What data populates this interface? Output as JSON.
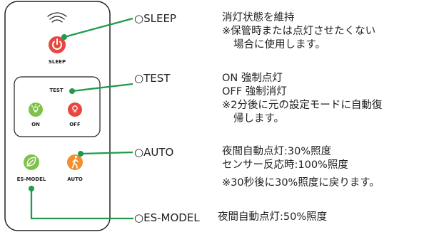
{
  "remote": {
    "icon_name": "wifi-signal-icon",
    "sleep_label": "SLEEP",
    "test_label": "TEST",
    "on_label": "ON",
    "off_label": "OFF",
    "es_model_label": "ES-MODEL",
    "auto_label": "AUTO",
    "colors": {
      "sleep": "#e8463f",
      "on": "#7ec247",
      "off": "#e8463f",
      "es_model": "#7ec247",
      "auto": "#f0902f",
      "connector": "#1f9a4d"
    }
  },
  "modes": [
    {
      "label": "○SLEEP",
      "lines": [
        "消灯状態を維持",
        "※保管時または点灯させたくない",
        "場合に使用します。"
      ]
    },
    {
      "label": "○TEST",
      "lines": [
        "ON 強制点灯",
        "OFF 強制消灯",
        "※2分後に元の設定モードに自動復",
        "帰します。"
      ]
    },
    {
      "label": "○AUTO",
      "lines": [
        "夜間自動点灯:30%照度",
        "センサー反応時:100%照度",
        "※30秒後に30%照度に戻ります。"
      ]
    },
    {
      "label": "○ES-MODEL",
      "lines": [
        "夜間自動点灯:50%照度"
      ]
    }
  ]
}
